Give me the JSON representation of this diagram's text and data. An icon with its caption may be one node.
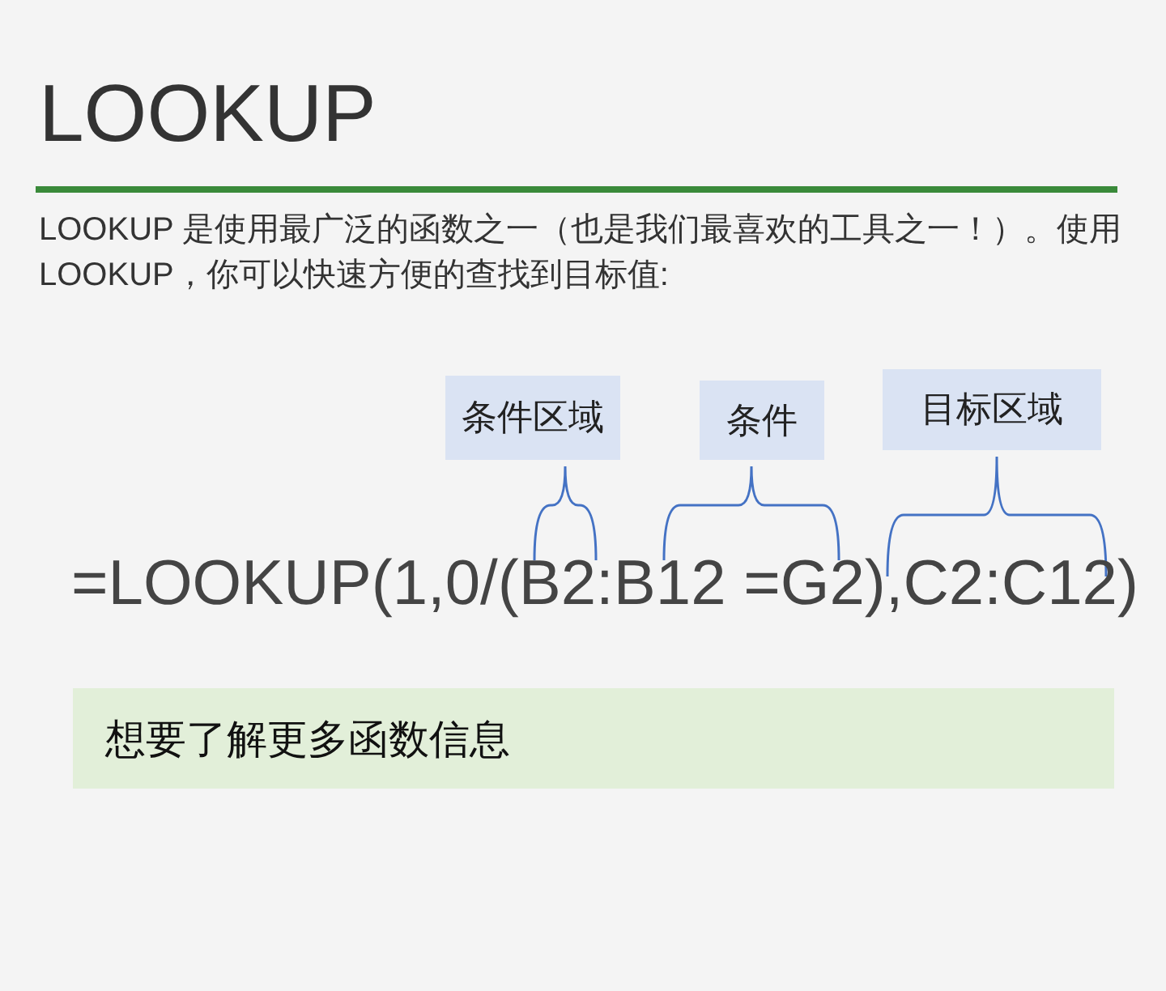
{
  "diagram": {
    "title": "LOOKUP",
    "nodes": [
      {
        "text": [
          "条件区域"
        ]
      },
      {
        "text": [
          "条件"
        ]
      },
      {
        "text": [
          "目标区域"
        ]
      },
      {
        "text": [
          "想要了解更多函数信息"
        ]
      }
    ],
    "labels": [
      "LOOKUP 是使用最广泛的函数之一（也是我们最喜欢的工具之一！）。使用 LOOKUP，你可以快速方便的查找到目标值:",
      "=LOOKUP(1,0/(B2:B12 =G2),C2:C12)"
    ]
  }
}
